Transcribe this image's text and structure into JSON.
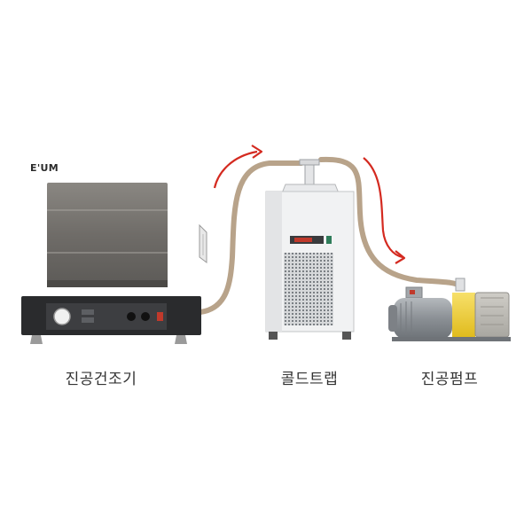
{
  "brand": "E'UM",
  "labels": {
    "oven": "진공건조기",
    "trap": "콜드트랩",
    "pump": "진공펌프"
  },
  "colors": {
    "hose": "#b8a38a",
    "arrow": "#d42a20",
    "oven_door": "#7d7a75",
    "base": "#2a2b2d",
    "pump_body": "#8e9296",
    "pump_yellow": "#f2d33a"
  }
}
